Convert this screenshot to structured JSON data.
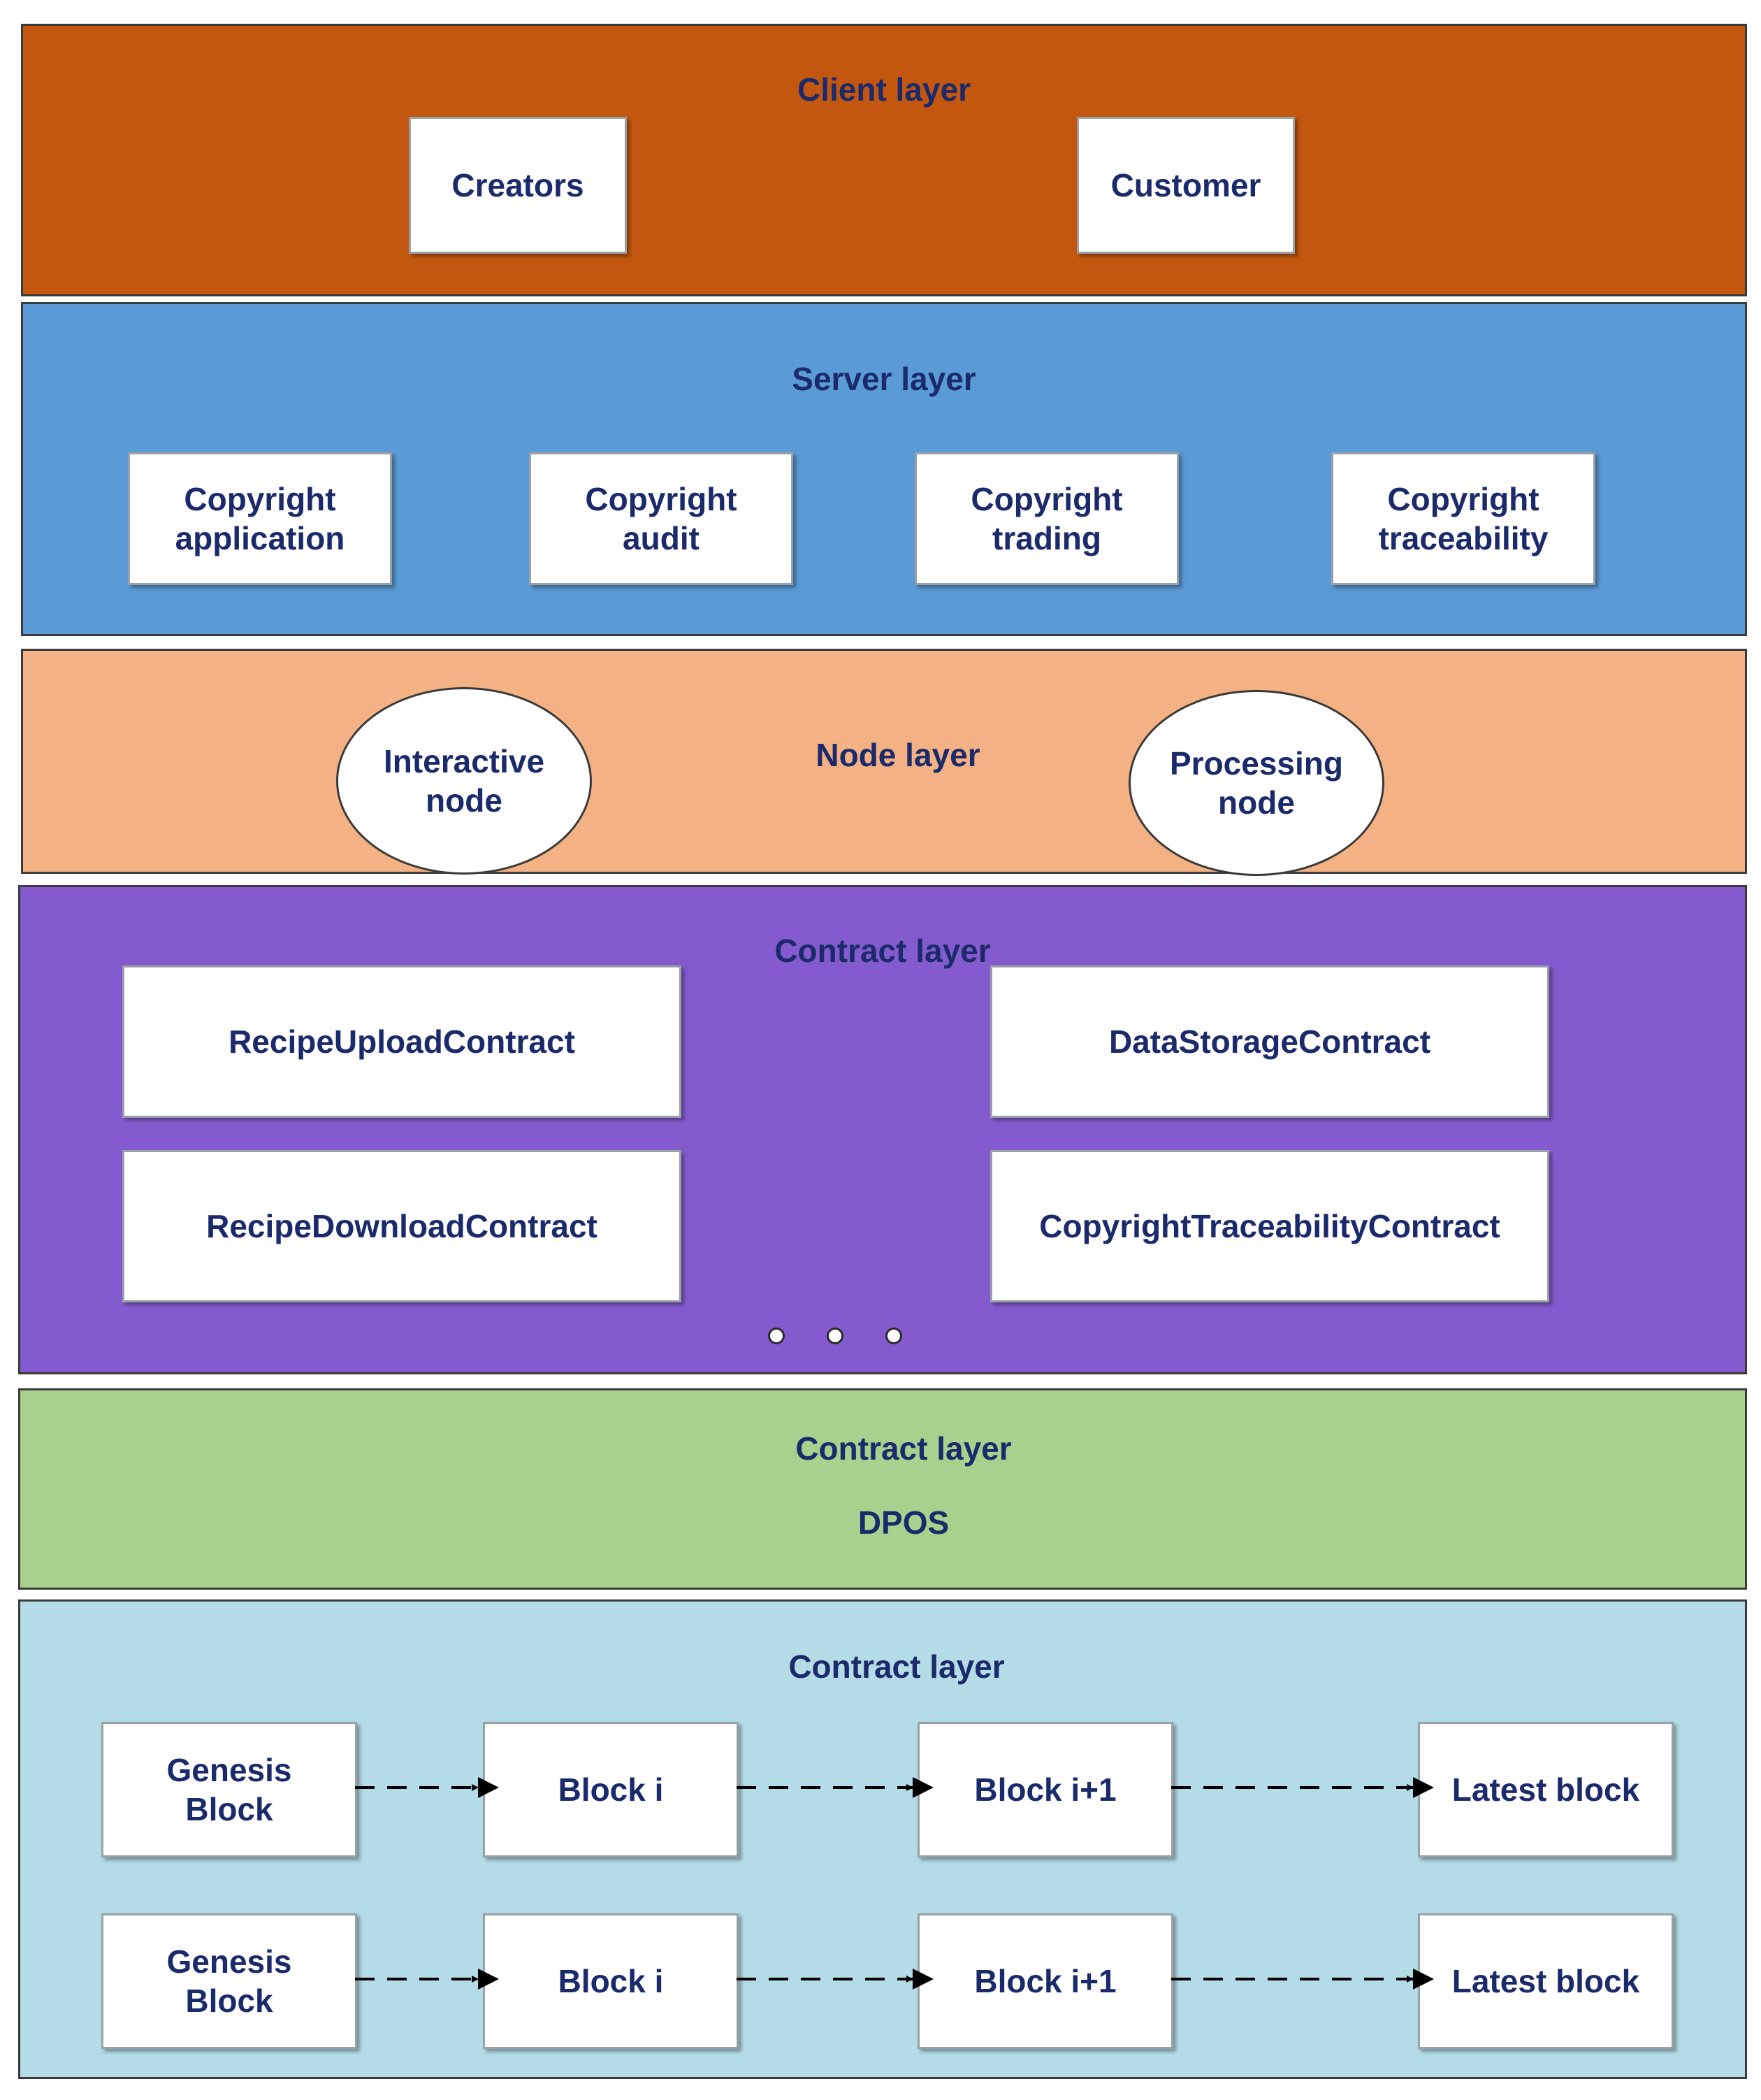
{
  "colors": {
    "client": "#C4570F",
    "server": "#5B9BD5",
    "node": "#F4B183",
    "contract": "#845BCF",
    "consensus": "#A9D18E",
    "data": "#B4DCE6",
    "text": "#1B2A6B"
  },
  "client_layer": {
    "title": "Client layer",
    "items": [
      "Creators",
      "Customer"
    ]
  },
  "server_layer": {
    "title": "Server layer",
    "items": [
      "Copyright\napplication",
      "Copyright\naudit",
      "Copyright\ntrading",
      "Copyright\ntraceability"
    ]
  },
  "node_layer": {
    "title": "Node layer",
    "items": [
      "Interactive\nnode",
      "Processing\nnode"
    ]
  },
  "contract_layer": {
    "title": "Contract layer",
    "items": [
      "RecipeUploadContract",
      "DataStorageContract",
      "RecipeDownloadContract",
      "CopyrightTraceabilityContract"
    ]
  },
  "consensus_layer": {
    "title": "Contract layer",
    "subtitle": "DPOS"
  },
  "data_layer": {
    "title": "Contract layer",
    "chains": [
      [
        "Genesis\nBlock",
        "Block i",
        "Block i+1",
        "Latest block"
      ],
      [
        "Genesis\nBlock",
        "Block i",
        "Block i+1",
        "Latest block"
      ]
    ]
  }
}
